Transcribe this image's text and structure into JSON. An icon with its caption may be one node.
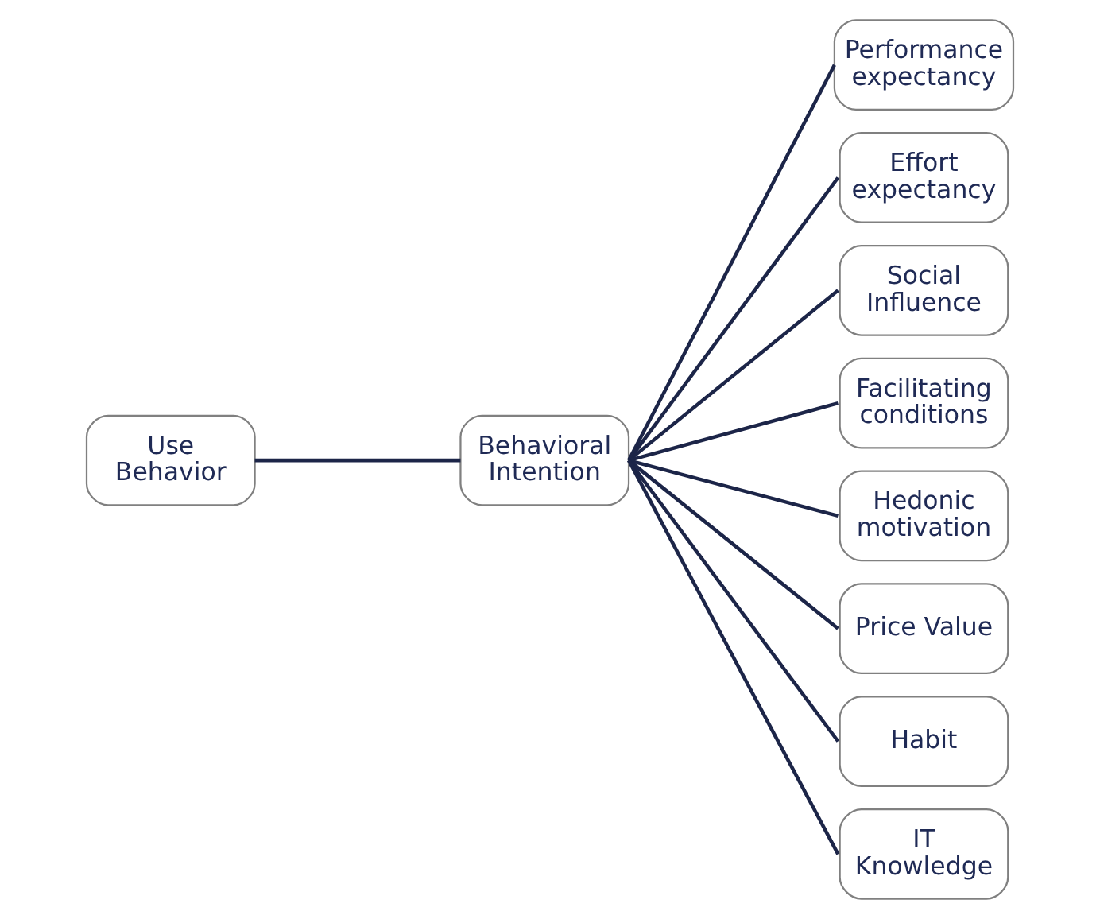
{
  "diagram": {
    "nodes": [
      {
        "text": [
          "Use Behavior"
        ]
      },
      {
        "text": [
          "Behavioral Intention"
        ]
      },
      {
        "text": [
          "Performance expectancy"
        ]
      },
      {
        "text": [
          "Effort expectancy"
        ]
      },
      {
        "text": [
          "Social Influence"
        ]
      },
      {
        "text": [
          "Facilitating conditions"
        ]
      },
      {
        "text": [
          "Hedonic motivation"
        ]
      },
      {
        "text": [
          "Price Value"
        ]
      },
      {
        "text": [
          "Habit"
        ]
      },
      {
        "text": [
          "IT Knowledge"
        ]
      }
    ],
    "edges": [
      {
        "from": 0,
        "to": 1,
        "arrow": "none"
      },
      {
        "from": 1,
        "to": 2,
        "arrow": "none"
      },
      {
        "from": 1,
        "to": 3,
        "arrow": "none"
      },
      {
        "from": 1,
        "to": 4,
        "arrow": "none"
      },
      {
        "from": 1,
        "to": 5,
        "arrow": "none"
      },
      {
        "from": 1,
        "to": 6,
        "arrow": "none"
      },
      {
        "from": 1,
        "to": 7,
        "arrow": "none"
      },
      {
        "from": 1,
        "to": 8,
        "arrow": "none"
      },
      {
        "from": 1,
        "to": 9,
        "arrow": "none"
      }
    ]
  }
}
